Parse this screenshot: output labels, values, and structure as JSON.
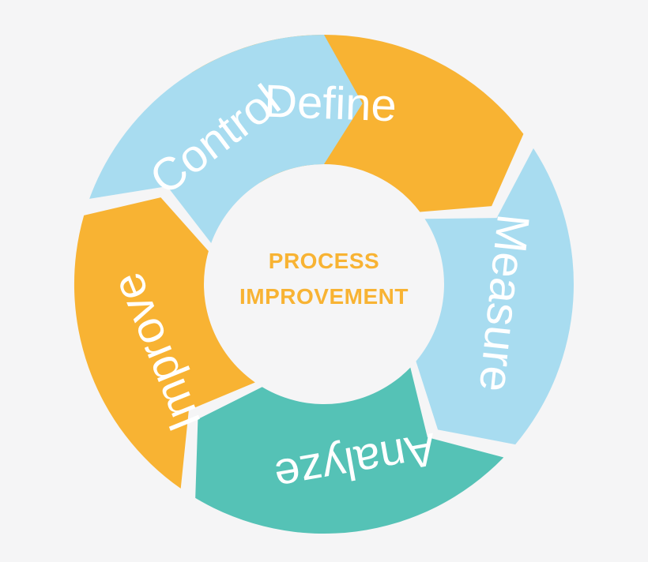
{
  "center": {
    "line1": "PROCESS",
    "line2": "IMPROVEMENT",
    "color": "#f8b333"
  },
  "stages": [
    {
      "key": "define",
      "label": "Define",
      "color": "#f8b333"
    },
    {
      "key": "measure",
      "label": "Measure",
      "color": "#a8dcf0"
    },
    {
      "key": "analyze",
      "label": "Analyze",
      "color": "#55c2b6"
    },
    {
      "key": "improve",
      "label": "Improve",
      "color": "#f8b333"
    },
    {
      "key": "control",
      "label": "Control",
      "color": "#a8dcf0"
    }
  ],
  "background": "#f5f5f6"
}
